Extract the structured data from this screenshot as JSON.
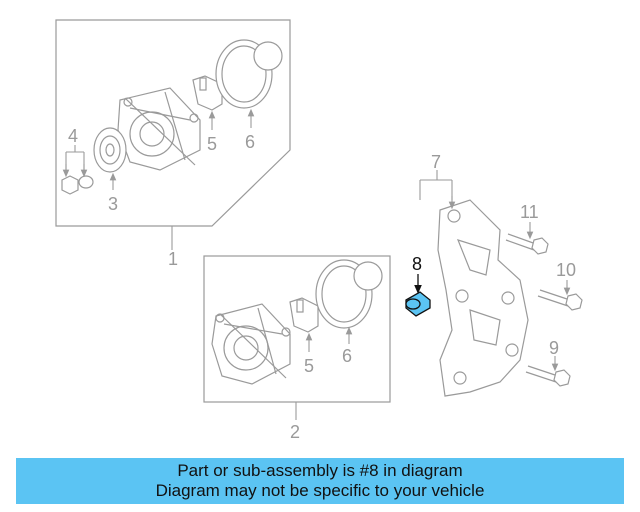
{
  "callouts": {
    "c1": "1",
    "c2": "2",
    "c3": "3",
    "c4": "4",
    "c5a": "5",
    "c5b": "5",
    "c6a": "6",
    "c6b": "6",
    "c7": "7",
    "c8": "8",
    "c9": "9",
    "c10": "10",
    "c11": "11"
  },
  "highlight_color": "#5bc4f3",
  "banner": {
    "line1": "Part or sub-assembly is #8 in diagram",
    "line2": "Diagram may not be specific to your vehicle"
  }
}
